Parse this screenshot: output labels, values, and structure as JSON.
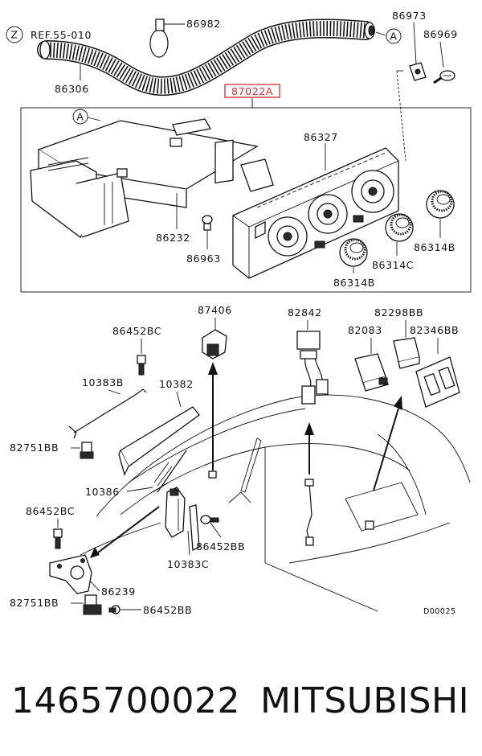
{
  "ref_label": "REF.55-010",
  "ref_marker": "Z",
  "connection_marker": "A",
  "highlight_color": "#d03030",
  "callouts": {
    "p86982": "86982",
    "p86973": "86973",
    "p86969": "86969",
    "p86306": "86306",
    "p87022A": "87022A",
    "p86327": "86327",
    "p86232": "86232",
    "p86963": "86963",
    "p86314B_right": "86314B",
    "p86314C": "86314C",
    "p86314B_bottom": "86314B",
    "p87406": "87406",
    "p82842": "82842",
    "p82298BB": "82298BB",
    "p82083": "82083",
    "p82346BB": "82346BB",
    "p86452BC_top": "86452BC",
    "p10383B": "10383B",
    "p10382": "10382",
    "p82751BB_top": "82751BB",
    "p10386": "10386",
    "p86452BC_bottom": "86452BC",
    "p86452BB_mid": "86452BB",
    "p10383C": "10383C",
    "p86239": "86239",
    "p82751BB_bottom": "82751BB",
    "p86452BB_bottom": "86452BB"
  },
  "diagram_code": "D00025",
  "footer": {
    "part_number": "1465700022",
    "brand": "MITSUBISHI"
  }
}
